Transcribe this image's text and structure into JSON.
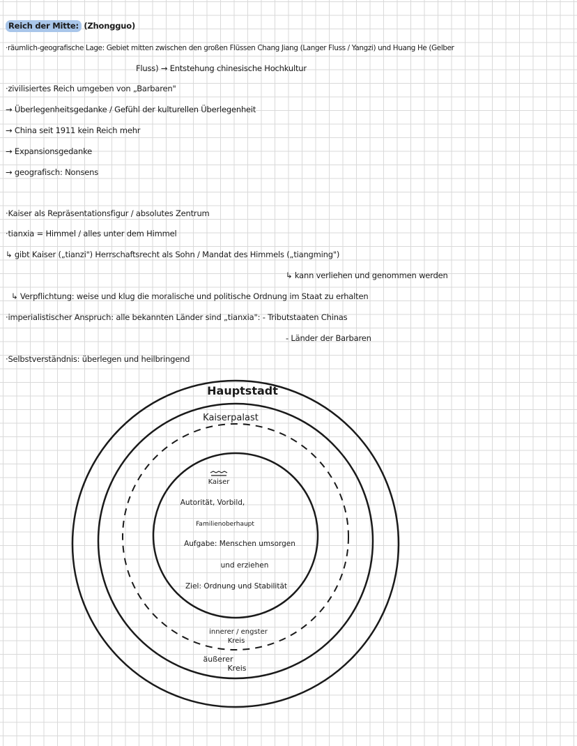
{
  "notes": {
    "title_highlight": "Reich der Mitte:",
    "title_rest": "(Zhongguo)",
    "l1": "·räumlich-geografische Lage: Gebiet mitten zwischen den großen Flüssen Chang Jiang (Langer Fluss / Yangzi) und Huang He (Gelber",
    "l1b": "Fluss) → Entstehung chinesische Hochkultur",
    "l2": "·zivilisiertes Reich umgeben von „Barbaren\"",
    "l3": "→ Überlegenheitsgedanke / Gefühl der kulturellen Überlegenheit",
    "l4": "→ China seit 1911 kein Reich mehr",
    "l5": "→ Expansionsgedanke",
    "l6": "→ geografisch: Nonsens",
    "l7": "·Kaiser als Repräsentationsfigur / absolutes Zentrum",
    "l8": "·tianxia = Himmel / alles unter dem Himmel",
    "l9": "↳ gibt Kaiser („tianzi\") Herrschaftsrecht als Sohn / Mandat des Himmels („tiangming\")",
    "l10": "↳ kann verliehen und genommen werden",
    "l11": "↳ Verpflichtung: weise und klug die moralische und politische Ordnung im Staat zu erhalten",
    "l12": "·imperialistischer Anspruch: alle bekannten Länder sind „tianxia\": - Tributstaaten Chinas",
    "l13": "- Länder der Barbaren",
    "l14": "·Selbstverständnis: überlegen und heilbringend"
  },
  "diagram": {
    "outer_label": "Hauptstadt",
    "second_label": "Kaiserpalast",
    "center_title": "Kaiser",
    "center_lines": [
      "Autorität, Vorbild,",
      "Familienoberhaupt",
      "Aufgabe: Menschen umsorgen",
      "und erziehen",
      "Ziel: Ordnung und Stabilität"
    ],
    "inner_ring_label_1": "innerer / engster",
    "inner_ring_label_2": "Kreis",
    "outer_ring_label_1": "äußerer",
    "outer_ring_label_2": "Kreis"
  }
}
